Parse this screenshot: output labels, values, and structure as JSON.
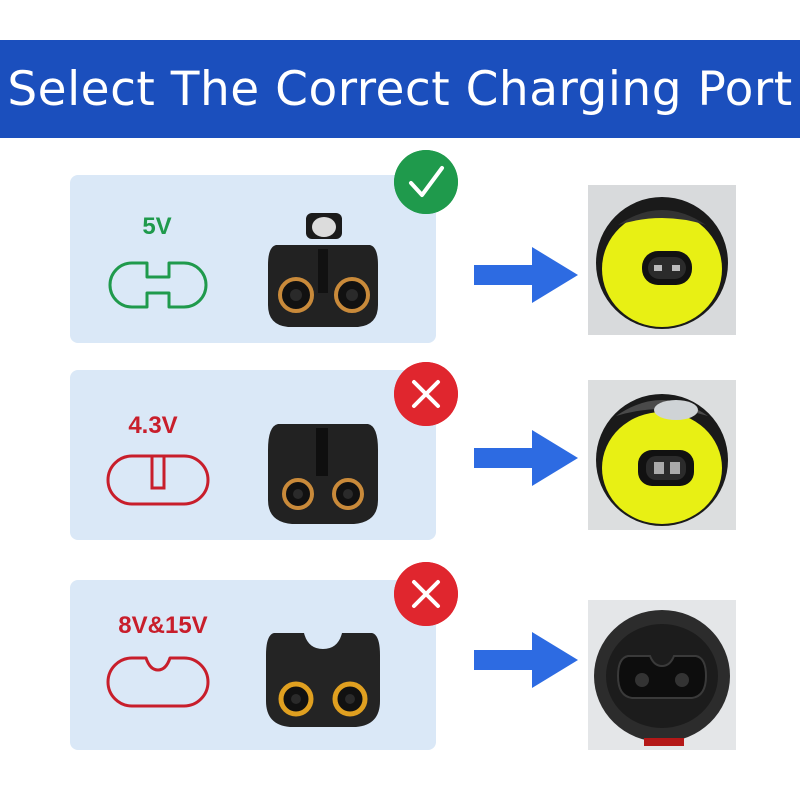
{
  "banner": {
    "title": "Select The Correct Charging Port"
  },
  "colors": {
    "banner": "#1b4fbd",
    "panel": "#dae8f7",
    "correct": "#1f9a4c",
    "incorrect": "#c81e2b",
    "arrow": "#2d6be2",
    "device_yellow": "#e8f014"
  },
  "options": [
    {
      "voltage": "5V",
      "status": "correct",
      "status_icon": "check-icon",
      "device": "yellow-device-port"
    },
    {
      "voltage": "4.3V",
      "status": "incorrect",
      "status_icon": "close-icon",
      "device": "yellow-device-port"
    },
    {
      "voltage": "8V&15V",
      "status": "incorrect",
      "status_icon": "close-icon",
      "device": "black-device-port"
    }
  ]
}
